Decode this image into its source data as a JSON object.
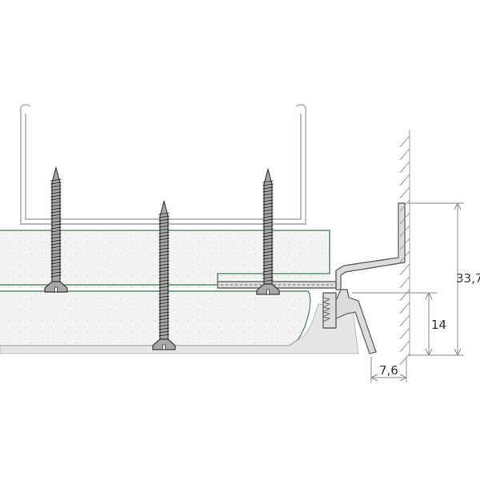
{
  "dimensions": {
    "total_height": "33,7",
    "lower_height": "14",
    "width": "7,6"
  },
  "colors": {
    "board_fill": "#f3f3f3",
    "board_edge": "#5c8d6a",
    "profile_fill": "#dcdcdc",
    "profile_stroke": "#6a6a6a",
    "screw_fill": "#a8a8a8",
    "screw_stroke": "#3a3a3a",
    "stud_stroke": "#bdbdbd",
    "wall_hatch": "#9a9a9a",
    "dim_line": "#888888",
    "dim_text": "#333333"
  },
  "components": {
    "stud": "c-profile-icon",
    "boards": "plasterboard-icon",
    "screws": "drywall-screw-icon",
    "edge_profile": "shadow-gap-profile-icon",
    "wall": "wall-hatch-icon"
  }
}
